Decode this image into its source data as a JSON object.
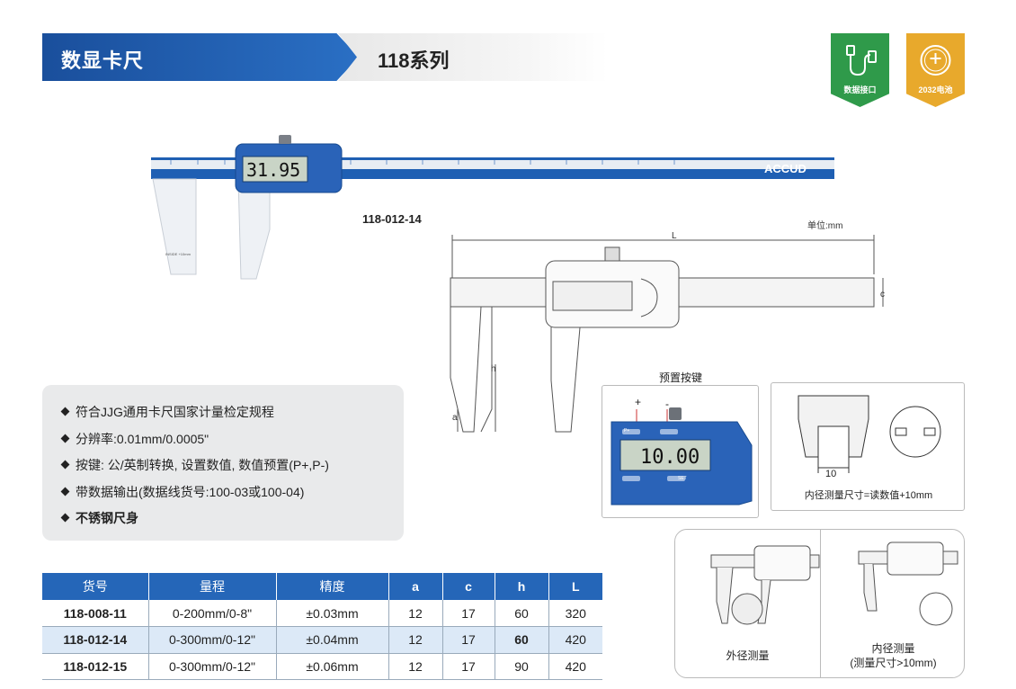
{
  "header": {
    "title": "数显卡尺",
    "series": "118系列"
  },
  "badges": [
    {
      "label": "数据接口",
      "icon": "usb-cable-icon",
      "color": "#2f9a4a"
    },
    {
      "label": "2032电池",
      "icon": "battery-coin-icon",
      "color": "#e8a92c"
    }
  ],
  "product": {
    "model": "118-012-14",
    "display_value": "31.95",
    "brand": "ACCUD",
    "inside_note": "INSIDE +10mm"
  },
  "drawing": {
    "unit": "单位:mm",
    "dim_L": "L",
    "dim_c": "c",
    "dim_h": "h",
    "dim_a": "a"
  },
  "features": [
    {
      "text": "符合JJG通用卡尺国家计量检定规程",
      "bold": false
    },
    {
      "text": "分辨率:0.01mm/0.0005\"",
      "bold": false
    },
    {
      "text": "按键: 公/英制转换, 设置数值, 数值预置(P+,P-)",
      "bold": false
    },
    {
      "text": "带数据输出(数据线货号:100-03或100-04)",
      "bold": false
    },
    {
      "text": "不锈钢尺身",
      "bold": true
    }
  ],
  "preset": {
    "title": "预置按键",
    "plus": "+",
    "minus": "-",
    "display_value": "10.00",
    "key_p": "P+",
    "key_set": "SET"
  },
  "inner_note": {
    "dim": "10",
    "caption": "内径测量尺寸=读数值+10mm"
  },
  "measure": {
    "outer": "外径测量",
    "inner_line1": "内径测量",
    "inner_line2": "(测量尺寸>10mm)"
  },
  "table": {
    "headers": [
      "货号",
      "量程",
      "精度",
      "a",
      "c",
      "h",
      "L"
    ],
    "rows": [
      [
        "118-008-11",
        "0-200mm/0-8\"",
        "±0.03mm",
        "12",
        "17",
        "60",
        "320"
      ],
      [
        "118-012-14",
        "0-300mm/0-12\"",
        "±0.04mm",
        "12",
        "17",
        "60",
        "420"
      ],
      [
        "118-012-15",
        "0-300mm/0-12\"",
        "±0.06mm",
        "12",
        "17",
        "90",
        "420"
      ]
    ]
  },
  "colors": {
    "brand_blue": "#2566b8",
    "highlight_row": "#dce9f7"
  }
}
